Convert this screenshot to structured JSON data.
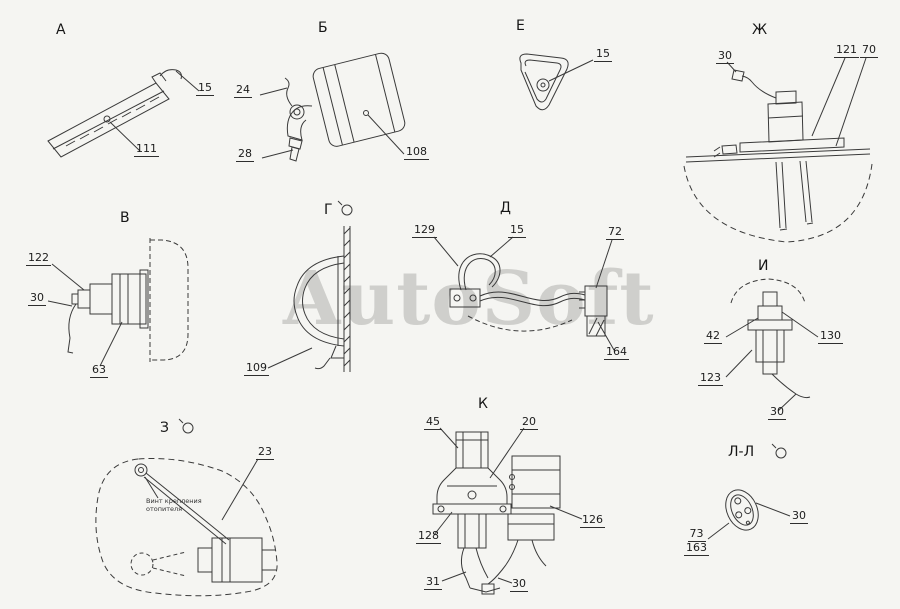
{
  "page": {
    "watermark": "AutoSoft",
    "background": "#f5f5f2",
    "line_color": "#3a3a3a",
    "watermark_color": "#b7b7b3"
  },
  "sections": {
    "a": {
      "letter": "А",
      "labels": {
        "l15": "15",
        "l111": "111"
      }
    },
    "b": {
      "letter": "Б",
      "labels": {
        "l24": "24",
        "l28": "28",
        "l108": "108"
      }
    },
    "e": {
      "letter": "Е",
      "labels": {
        "l15": "15"
      }
    },
    "zh": {
      "letter": "Ж",
      "labels": {
        "l30": "30",
        "l121": "121",
        "l70": "70"
      }
    },
    "v": {
      "letter": "В",
      "labels": {
        "l122": "122",
        "l30": "30",
        "l63": "63"
      }
    },
    "g": {
      "letter": "Г",
      "labels": {
        "l109": "109"
      }
    },
    "d": {
      "letter": "Д",
      "labels": {
        "l129": "129",
        "l15": "15",
        "l72": "72",
        "l164": "164"
      }
    },
    "i": {
      "letter": "И",
      "labels": {
        "l42": "42",
        "l130": "130",
        "l123": "123",
        "l30": "30"
      }
    },
    "z": {
      "letter": "З",
      "labels": {
        "l23": "23"
      },
      "note_line1": "Винт крепления",
      "note_line2": "отопителя"
    },
    "k": {
      "letter": "К",
      "labels": {
        "l45": "45",
        "l20": "20",
        "l126": "126",
        "l128": "128",
        "l31": "31",
        "l30": "30"
      }
    },
    "ll": {
      "letter": "Л-Л",
      "labels": {
        "l30": "30",
        "l73": "73",
        "l163": "163"
      }
    }
  }
}
